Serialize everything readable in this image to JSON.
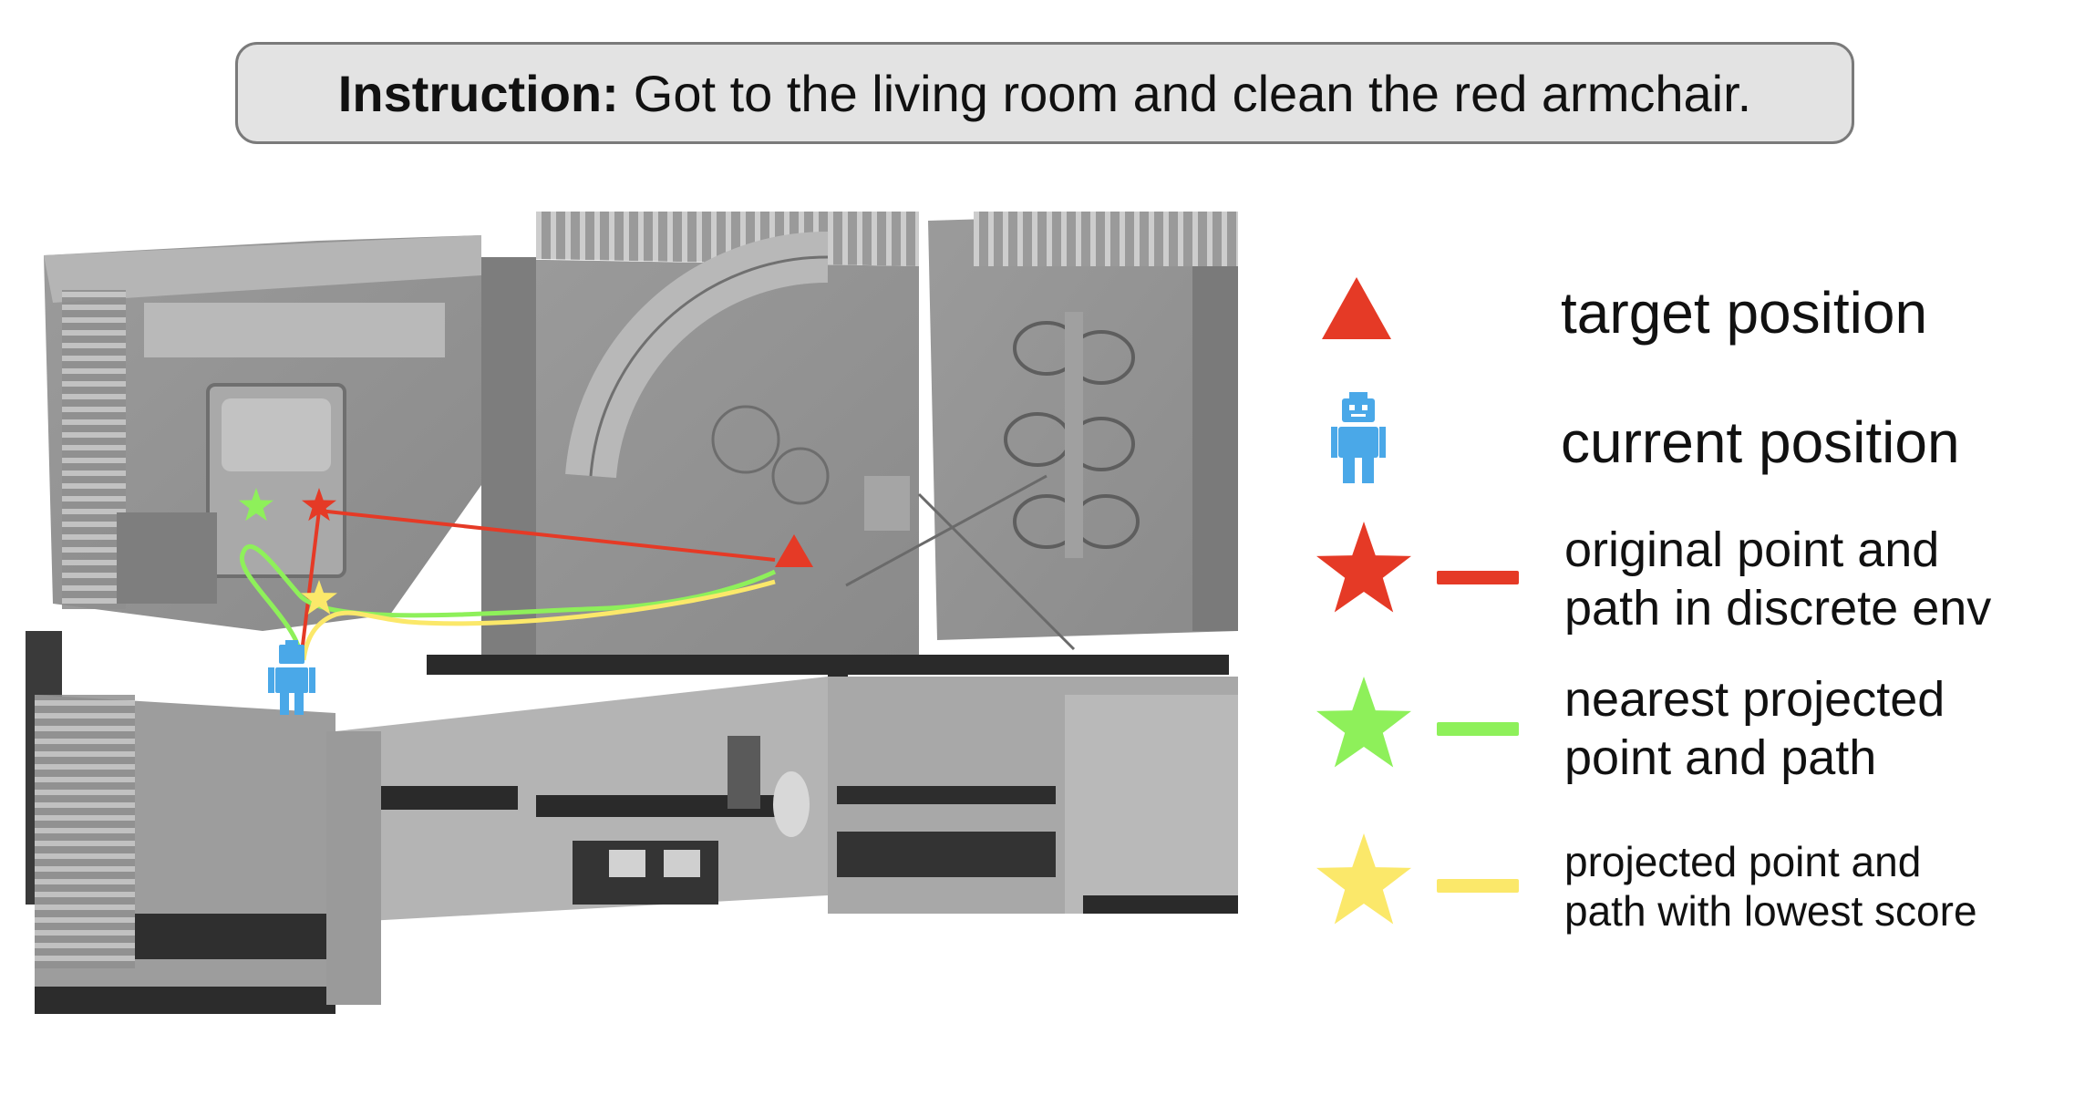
{
  "instruction": {
    "label": "Instruction:",
    "text": "Got to the living room and clean the red armchair."
  },
  "legend": {
    "target": {
      "text": "target position",
      "icon": "triangle-icon",
      "color": "#e53a26"
    },
    "current": {
      "text": "current position",
      "icon": "robot-icon",
      "color": "#4aa8e8"
    },
    "original": {
      "line1": "original point and",
      "line2": "path in discrete env",
      "icon": "star-icon",
      "color": "#e53a26"
    },
    "nearest": {
      "line1": "nearest projected",
      "line2": "point and path",
      "icon": "star-icon",
      "color": "#8ef05a"
    },
    "lowest": {
      "line1": "projected point and",
      "line2": "path with lowest score",
      "icon": "star-icon",
      "color": "#fbe86a"
    }
  },
  "colors": {
    "red": "#e53a26",
    "green": "#8ef05a",
    "yellow": "#fbe86a",
    "blue": "#4aa8e8",
    "instruction_bg": "#e3e3e3"
  }
}
